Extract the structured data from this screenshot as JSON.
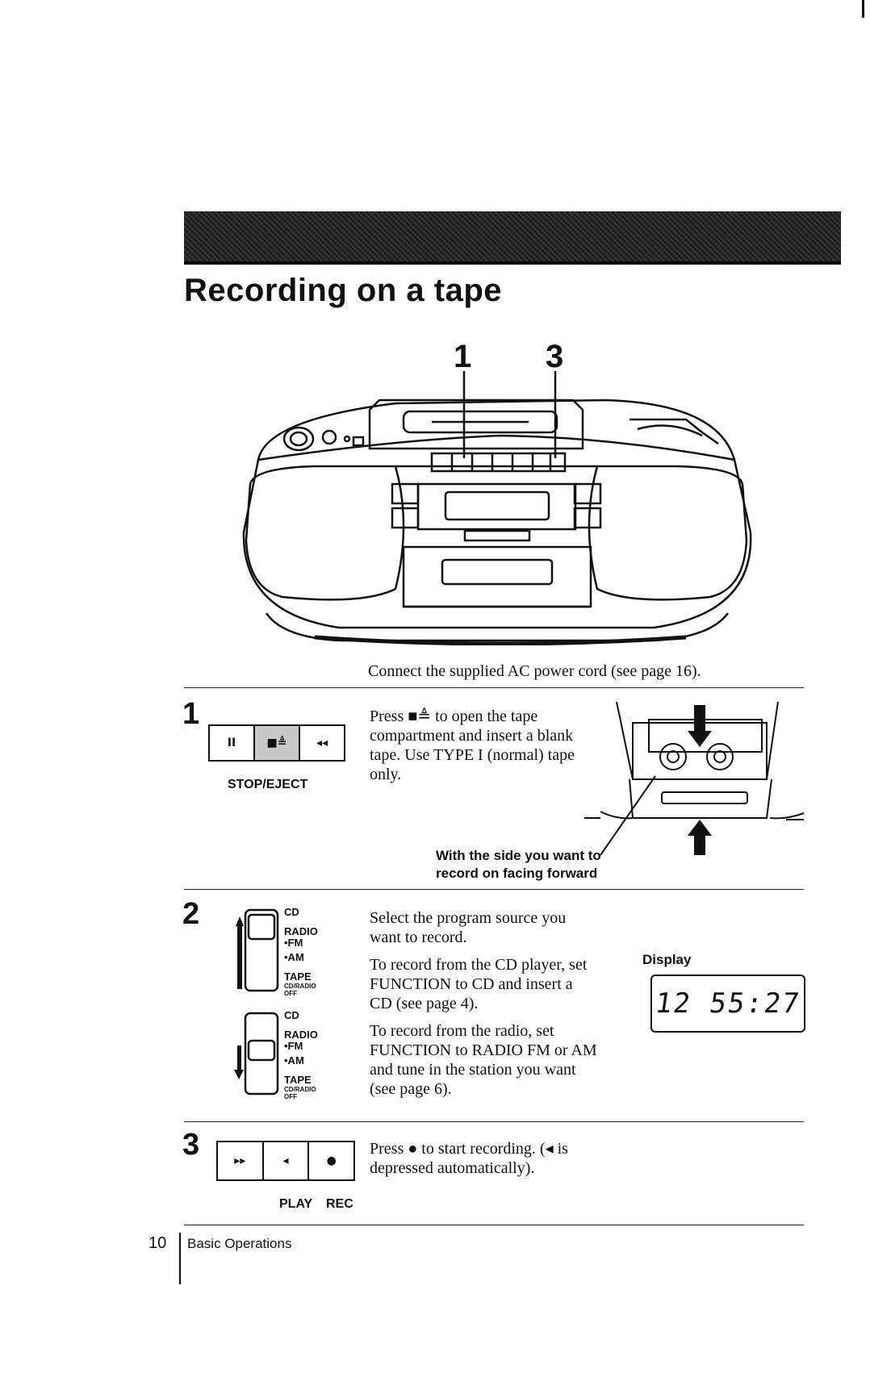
{
  "header": {
    "title": "Recording on a tape"
  },
  "illustration": {
    "callouts": [
      "1",
      "3"
    ]
  },
  "intro": {
    "text": "Connect the supplied AC power cord (see page 16)."
  },
  "step1": {
    "number": "1",
    "buttons": [
      "II",
      "■≜",
      "◂◂"
    ],
    "button_label": "STOP/EJECT",
    "text_lines": [
      "Press ■≜ to open the tape",
      "compartment and insert a blank",
      "tape.  Use TYPE I (normal) tape",
      "only."
    ],
    "caption_lines": [
      "With the side you want to",
      "record on facing forward"
    ]
  },
  "step2": {
    "number": "2",
    "switch_positions": [
      "CD",
      "RADIO",
      "•FM",
      "•AM",
      "TAPE"
    ],
    "switch_subtext": [
      "CD/RADIO",
      "OFF"
    ],
    "paragraphs": [
      [
        "Select the program source you",
        "want to record."
      ],
      [
        "To record from the CD player, set",
        "FUNCTION to CD and insert a",
        "CD (see page 4)."
      ],
      [
        "To record from the radio, set",
        "FUNCTION to RADIO FM or AM",
        "and tune in the station you want",
        "(see page 6)."
      ]
    ],
    "display_label": "Display",
    "display_value": "12  55:27"
  },
  "step3": {
    "number": "3",
    "buttons": [
      "▸▸",
      "◂",
      "●"
    ],
    "labels": [
      "PLAY",
      "REC"
    ],
    "text_lines": [
      "Press ● to start recording. (◂ is",
      "depressed automatically)."
    ]
  },
  "footer": {
    "page_number": "10",
    "section": "Basic Operations"
  }
}
